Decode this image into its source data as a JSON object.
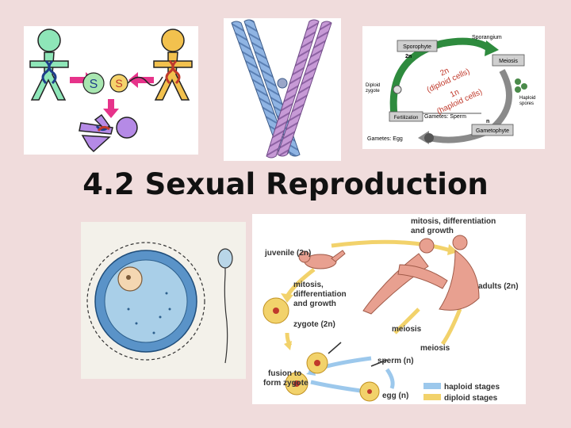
{
  "slide": {
    "title": "4.2 Sexual Reproduction",
    "background_color": "#f0dcdc"
  },
  "fertilization_cartoon": {
    "gametes": [
      "S",
      "S"
    ],
    "colors": {
      "parent_left": "#8ee6b8",
      "parent_right": "#f2c14e",
      "offspring": "#b58ae6",
      "arrow": "#e6338a"
    }
  },
  "chromosome_figure": {
    "colors": {
      "chromatid_a": "#8fb4e3",
      "chromatid_b": "#c79ad6"
    }
  },
  "plant_life_cycle": {
    "labels": {
      "sporophyte": "Sporophyte",
      "sporophyte_ploidy": "2n",
      "sporangium": "Sporangium",
      "meiosis": "Meiosis",
      "haploid_spores_1": "Haploid",
      "haploid_spores_2": "spores",
      "gametophyte": "Gametophyte",
      "gametophyte_ploidy": "n",
      "gametes_sperm": "Gametes: Sperm",
      "gametes_egg": "Gametes: Egg",
      "fertilization": "Fertilization",
      "diploid_zygote_1": "Diploid",
      "diploid_zygote_2": "zygote",
      "center_2n": "2n",
      "center_diploid": "(diploid cells)",
      "center_1n": "1n",
      "center_haploid": "(haploid cells)"
    },
    "colors": {
      "diploid_arrow": "#2e8b3e",
      "haploid_arrow": "#8a8a8a",
      "box": "#cfcfcf"
    }
  },
  "egg_sperm_drawing": {
    "colors": {
      "egg": "#a9cfe8",
      "zona": "#5a93c8",
      "nucleus": "#f4d7b2",
      "sperm": "#b9d6e8"
    }
  },
  "human_life_cycle": {
    "labels": {
      "mitosis_top": "mitosis, differentiation",
      "and_growth_top": "and growth",
      "juvenile": "juvenile (2n)",
      "adults": "adults (2n)",
      "mitosis_left": "mitosis,",
      "differentiation_left": "differentiation",
      "and_growth_left": "and growth",
      "zygote": "zygote (2n)",
      "meiosis_1": "meiosis",
      "meiosis_2": "meiosis",
      "fusion_1": "fusion to",
      "fusion_2": "form zygote",
      "sperm": "sperm (n)",
      "egg": "egg (n)",
      "legend_haploid": "haploid stages",
      "legend_diploid": "diploid stages"
    },
    "colors": {
      "haploid": "#9cc8ec",
      "diploid": "#f2d26b",
      "skin": "#e8a090"
    }
  }
}
